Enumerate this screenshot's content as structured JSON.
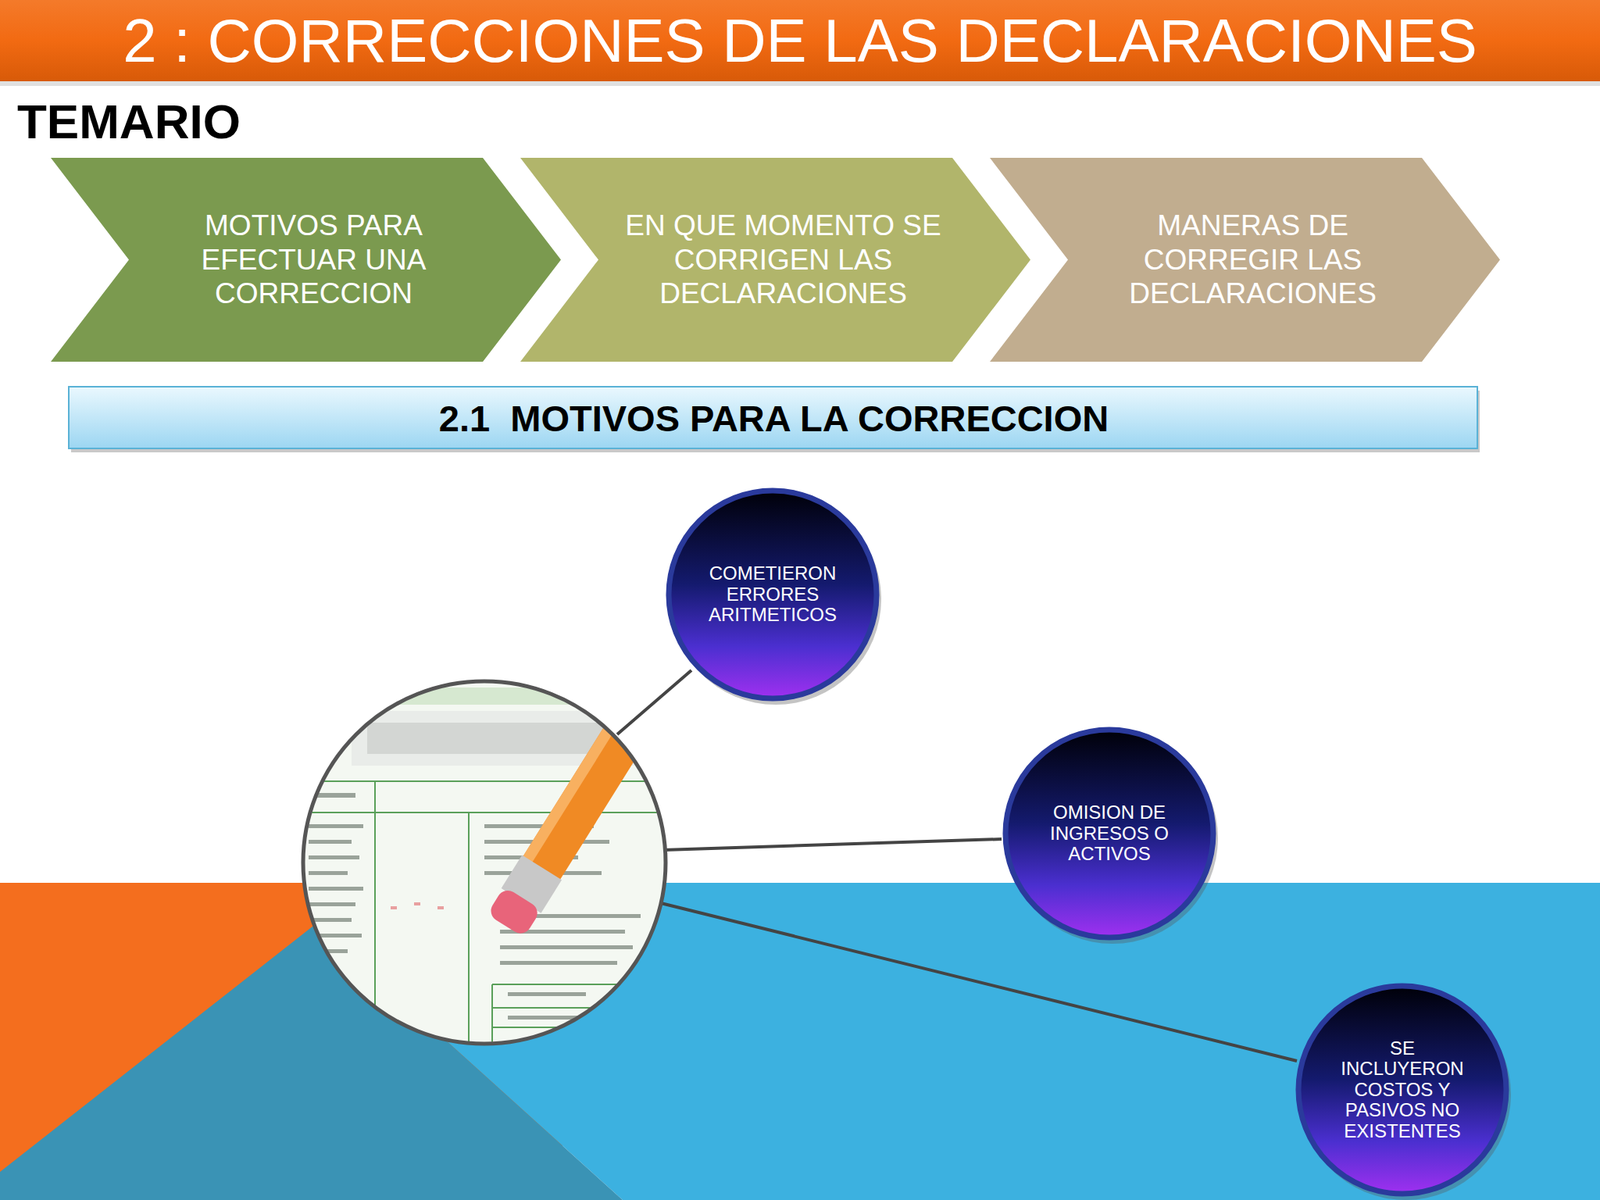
{
  "diagram": {
    "title": "2 : CORRECCIONES DE LAS DECLARACIONES",
    "nodes": [
      {
        "text": [
          "MOTIVOS PARA EFECTUAR UNA CORRECCION"
        ]
      },
      {
        "text": [
          "EN QUE MOMENTO SE CORRIGEN LAS DECLARACIONES"
        ]
      },
      {
        "text": [
          "MANERAS DE CORREGIR LAS DECLARACIONES"
        ]
      },
      {
        "text": [
          "2.1  MOTIVOS PARA LA CORRECCION"
        ]
      },
      {
        "text": [
          "COMETIERON ERRORES ARITMETICOS"
        ]
      },
      {
        "text": [
          "OMISION DE INGRESOS O ACTIVOS"
        ]
      },
      {
        "text": [
          "SE INCLUYERON COSTOS Y PASIVOS NO EXISTENTES"
        ]
      }
    ],
    "labels": [
      "TEMARIO"
    ]
  }
}
